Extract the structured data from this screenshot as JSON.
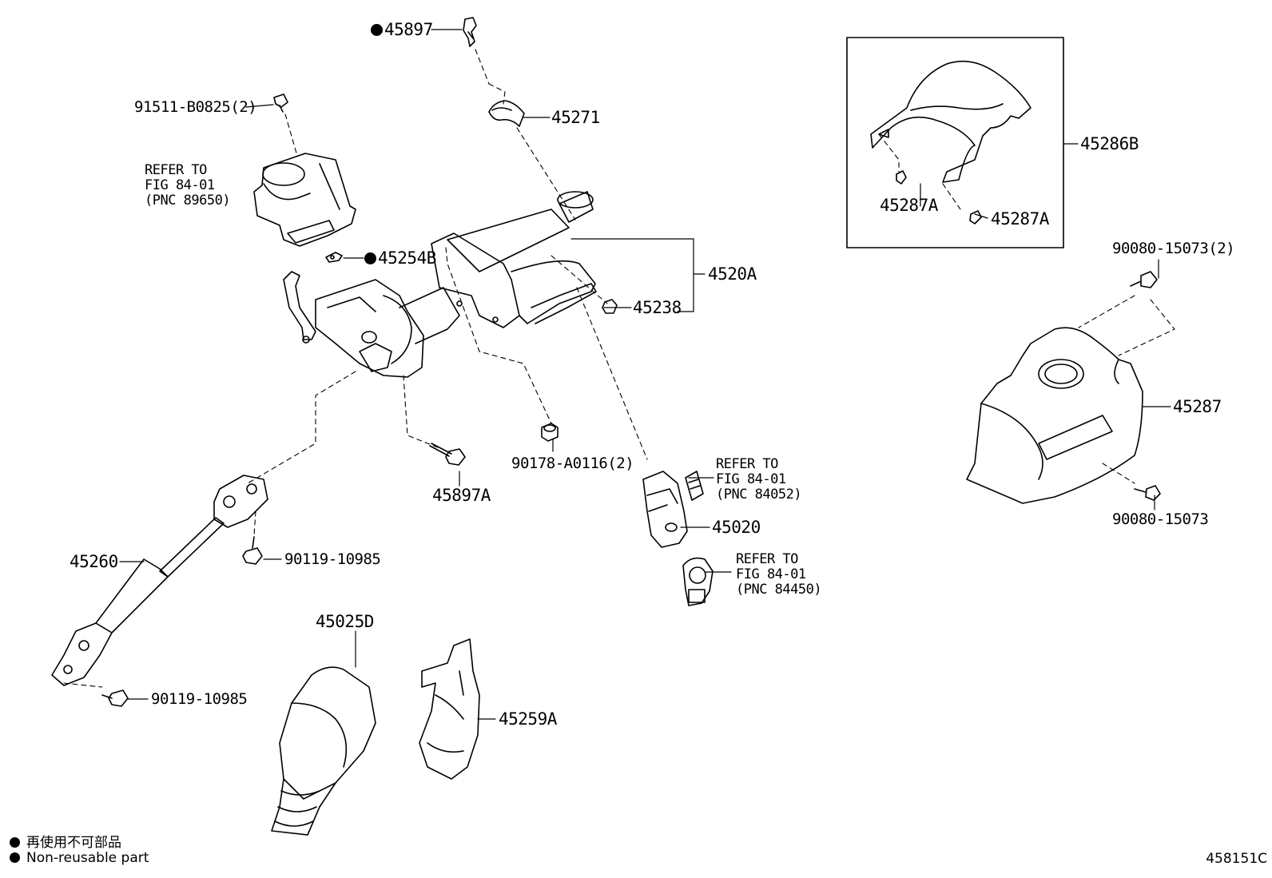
{
  "labels": {
    "p45897": "45897",
    "p91511": "91511-B0825(2)",
    "p45271": "45271",
    "p45286b": "45286B",
    "p45287a_left": "45287A",
    "p45287a_right": "45287A",
    "p45254b": "45254B",
    "p4520a": "4520A",
    "p45238": "45238",
    "p90080_2": "90080-15073(2)",
    "p45287": "45287",
    "p90080": "90080-15073",
    "p90178": "90178-A0116(2)",
    "p45897a": "45897A",
    "p45020": "45020",
    "p45260": "45260",
    "p90119_top": "90119-10985",
    "p90119_bottom": "90119-10985",
    "p45025d": "45025D",
    "p45259a": "45259A"
  },
  "refs": {
    "ref1": [
      "REFER TO",
      "FIG 84-01",
      "(PNC 89650)"
    ],
    "ref2": [
      "REFER TO",
      "FIG 84-01",
      "(PNC 84052)"
    ],
    "ref3": [
      "REFER TO",
      "FIG 84-01",
      "(PNC 84450)"
    ]
  },
  "legend": {
    "jp": "再使用不可部品",
    "en": "Non-reusable part"
  },
  "figure_id": "458151C",
  "non_reusable_parts": [
    "45897",
    "45254B"
  ],
  "icons": {
    "legend_marker": "filled-dot-icon"
  }
}
